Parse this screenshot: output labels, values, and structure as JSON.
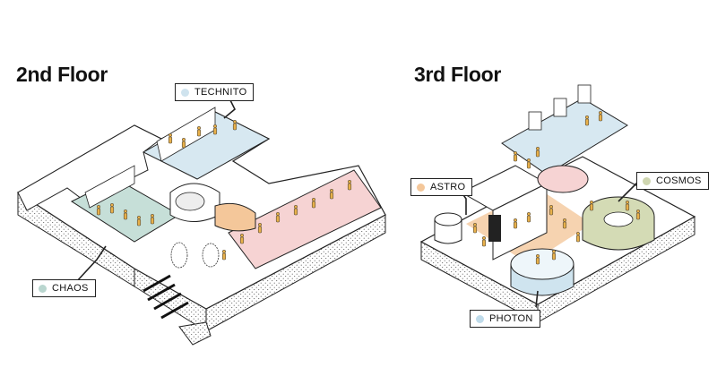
{
  "floors": [
    {
      "title": "2nd Floor"
    },
    {
      "title": "3rd Floor"
    }
  ],
  "zones": [
    {
      "label": "TECHNITO",
      "color": "#cfe3ee"
    },
    {
      "label": "CHAOS",
      "color": "#b9d6cf"
    },
    {
      "label": "ASTRO",
      "color": "#f4c79a"
    },
    {
      "label": "COSMOS",
      "color": "#cfd6b0"
    },
    {
      "label": "PHOTON",
      "color": "#bfdbea"
    }
  ]
}
